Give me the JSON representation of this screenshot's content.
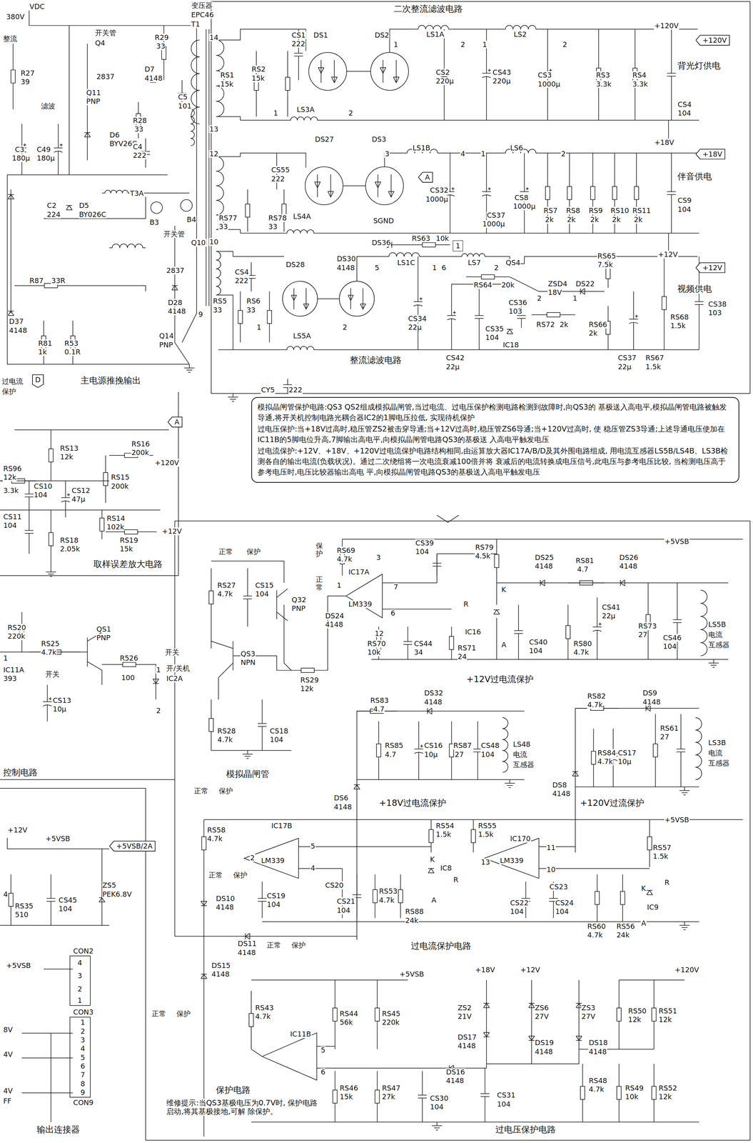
{
  "diagram": {
    "nodes": [
      {
        "text": [
          "模拟晶闸管保护电路:QS3 QS2组成模拟晶闸管,当过电流、过电压保护检测电路检测到故障时,向QS3的 基极送入高电平,模拟晶闸管电路被触发导通,将开关机控制电路光耦合器IC2的1脚电压拉低, 实现待机保护",
          "过电压保护:当+18V过高时,稳压管ZS2被击穿导通;当+12V过高时,稳压管ZS6导通;当+120V过高时, 使 稳压管ZS3导通;上述导通电压使加在IC11B的5脚电位升高,7脚输出高电平,向模拟晶闸管电路QS3的基极送 入高电平触发电压",
          "过电流保护:+12V、+18V、+120V过电流保护电路结构相同,由运算放大器IC17A/B/D及其外围电路组成, 用电流互感器LS5B/LS4B、LS3B检测各自的输出电流(负载状况)。通过二次绕组将一次电流衰减100倍并将 衰减后的电流转换成电压信号,此电压与参考电压比较, 当检测电压高于参考电压时,电压比较器输出高电 平,向模拟晶闸管电路QS3的基极送入高电平触发电压"
        ]
      },
      {
        "text": [
          "+120V"
        ]
      },
      {
        "text": [
          "+18V"
        ]
      },
      {
        "text": [
          "+12V"
        ]
      },
      {
        "text": [
          "A"
        ]
      },
      {
        "text": [
          "1"
        ]
      },
      {
        "text": [
          "A"
        ]
      },
      {
        "text": [
          "D"
        ]
      },
      {
        "text": [
          "+5VSB/2A"
        ]
      }
    ],
    "labels": [
      "VDC",
      "380V",
      "整流",
      "R27",
      "39",
      "滤波",
      "C3",
      "180μ",
      "C49",
      "180μ",
      "开关管",
      "Q4",
      "2837",
      "Q11",
      "PNP",
      "D7",
      "4148",
      "D6",
      "BYV26C",
      "R29",
      "33",
      "R28",
      "33",
      "C4",
      "222",
      "C5",
      "101",
      "变压器",
      "EPC46",
      "T1",
      "14",
      "13",
      "12",
      "10",
      "C2",
      "224",
      "D5",
      "BY026C",
      "T3A",
      "B3",
      "B4",
      "开关管",
      "Q10",
      "2837",
      "R87",
      "33R",
      "D28",
      "4148",
      "9",
      "Q14",
      "PNP",
      "D37",
      "4148",
      "R81",
      "1k",
      "R53",
      "0.1R",
      "主电源推挽输出",
      "过电流",
      "保护",
      "二次整流滤波电路",
      "CS1",
      "222",
      "RS1",
      "15k",
      "RS2",
      "15k",
      "DS1",
      "DS2",
      "1",
      "LS1A",
      "2",
      "1",
      "LS2",
      "2",
      "+120V",
      "背光灯供电",
      "1",
      "LS3A",
      "2",
      "CS2",
      "220μ",
      "CS43",
      "220μ",
      "CS3",
      "1000μ",
      "RS3",
      "3.3k",
      "RS4",
      "3.3k",
      "CS4",
      "104",
      "+18V",
      "DS27",
      "DS3",
      "3",
      "LS1B",
      "4",
      "1",
      "LS6",
      "2",
      "伴音供电",
      "CS55",
      "222",
      "RS77",
      "33",
      "RS78",
      "33",
      "LS4A",
      "SGND",
      "CS32",
      "1000μ",
      "CS37",
      "1000μ",
      "CS8",
      "1000μ",
      "RS7",
      "2k",
      "RS8",
      "2k",
      "RS9",
      "2k",
      "RS10",
      "2k",
      "RS11",
      "2k",
      "CS9",
      "104",
      "+12V",
      "视频供电",
      "DS36",
      "RS63",
      "10k",
      "CS4",
      "222",
      "DS28",
      "DS30",
      "4148",
      "5",
      "LS1C",
      "1",
      "6",
      "LS7",
      "2",
      "QS4",
      "RS65",
      "7.5k",
      "RS64",
      "20k",
      "ZSD4",
      "18V",
      "2",
      "DS22",
      "1",
      "CS36",
      "103",
      "RS72",
      "2k",
      "RS66",
      "2k",
      "RS68",
      "1.5k",
      "CS38",
      "103",
      "RS5",
      "33",
      "RS6",
      "33",
      "1",
      "LS5A",
      "2",
      "CS34",
      "22μ",
      "CS35",
      "104",
      "IC18",
      "CS42",
      "22μ",
      "CS37",
      "22μ",
      "RS67",
      "1.5k",
      "整流滤波电路",
      "CY5",
      "222",
      "RS13",
      "12k",
      "RS16",
      "200k",
      "+120V",
      "RS96",
      "12k",
      "RS15",
      "200k",
      "3.3k",
      "CS10",
      "104",
      "CS12",
      "47μ",
      "CS11",
      "104",
      "RS14",
      "102k",
      "+12V",
      "RS18",
      "2.05k",
      "RS19",
      "15k",
      "取样误差放大电路",
      "RS20",
      "220k",
      "RS25",
      "4.7k",
      "QS1",
      "PNP",
      "1",
      "IC11A",
      "393",
      "开关",
      "CS13",
      "10μ",
      "R526",
      "100",
      "开关",
      "1",
      "开/关机",
      "IC2A",
      "2",
      "控制电路",
      "正常",
      "保护",
      "RS27",
      "4.7k",
      "CS15",
      "104",
      "Q32",
      "PNP",
      "QS3",
      "NPN",
      "RS28",
      "4.7k",
      "CS18",
      "104",
      "RS29",
      "12k",
      "模拟晶闸管",
      "保护",
      "正常",
      "+5VSB",
      "RS69",
      "4.7k",
      "3",
      "CS39",
      "104",
      "RS79",
      "4.5k",
      "1",
      "IC17A",
      "7",
      "6",
      "LM339",
      "12",
      "DS24",
      "4148",
      "K",
      "R",
      "IC16",
      "A",
      "RS70",
      "10k",
      "CS44",
      "34",
      "RS71",
      "24",
      "DS25",
      "4148",
      "RS81",
      "4.7",
      "DS26",
      "4148",
      "CS40",
      "104",
      "RS80",
      "4.7k",
      "CS41",
      "22μ",
      "RS73",
      "27",
      "CS46",
      "104",
      "LS5B",
      "电流",
      "互感器",
      "+12V过电流保护",
      "RS83",
      "4.7",
      "DS32",
      "4148",
      "RS85",
      "4.7",
      "CS16",
      "10μ",
      "RS87",
      "27",
      "CS48",
      "104",
      "LS48",
      "电流",
      "互感器",
      "DS6",
      "4148",
      "+18V过电流保护",
      "RS82",
      "4.7k",
      "DS9",
      "4148",
      "RS61",
      "27",
      "RS84",
      "4.7k",
      "CS17",
      "10μ",
      "LS3B",
      "电流",
      "互感器",
      "DS8",
      "4148",
      "+120V过流保护",
      "正常",
      "保护",
      "+5VSB",
      "RS58",
      "4.7k",
      "IC17B",
      "2",
      "5",
      "LM339",
      "4",
      "正常",
      "保护",
      "CS20",
      "CS19",
      "104",
      "CS21",
      "104",
      "RS53",
      "4.7k",
      "RS54",
      "1.5k",
      "K",
      "IC8",
      "R",
      "A",
      "RS88",
      "24k",
      "RS55",
      "1.5k",
      "IC170",
      "13",
      "LM339",
      "11",
      "10",
      "CS23",
      "CS22",
      "104",
      "CS24",
      "104",
      "RS60",
      "4.7k",
      "RS56",
      "24k",
      "RS57",
      "1.5k",
      "K",
      "R",
      "IC9",
      "A",
      "DS10",
      "4148",
      "DS11",
      "4148",
      "正常",
      "保护",
      "过电流保护电路",
      "DS15",
      "4148",
      "正常",
      "保护",
      "+5VSB",
      "+18V",
      "+12V",
      "+120V",
      "RS43",
      "4.7k",
      "RS44",
      "56k",
      "RS45",
      "220k",
      "ZS2",
      "21V",
      "ZS6",
      "27V",
      "ZS3",
      "27V",
      "RS50",
      "12k",
      "RS51",
      "12k",
      "DS17",
      "4148",
      "DS19",
      "4148",
      "DS18",
      "4148",
      "IC11B",
      "5",
      "6",
      "DS16",
      "4148",
      "RS48",
      "4.7k",
      "RS49",
      "10k",
      "RS52",
      "12k",
      "RS46",
      "15k",
      "RS47",
      "27k",
      "CS30",
      "104",
      "CS31",
      "104",
      "保护电路",
      "维修提示:当QS3基极电压为0.7V时, 保护电路启动,将其基极接地,可解 除保护。",
      "过电压保护电路",
      "+12V",
      "+5VSB",
      "4",
      "RS35",
      "510",
      "CS45",
      "104",
      "ZS5",
      "PEK6.8V",
      "CON2",
      "+5VSB",
      "4",
      "3",
      "2",
      "1",
      "CON3",
      "1",
      "2",
      "3",
      "4",
      "5",
      "6",
      "7",
      "8",
      "9",
      "8V",
      "4V",
      "4V",
      "FF",
      "CON9",
      "输出连接器"
    ]
  }
}
